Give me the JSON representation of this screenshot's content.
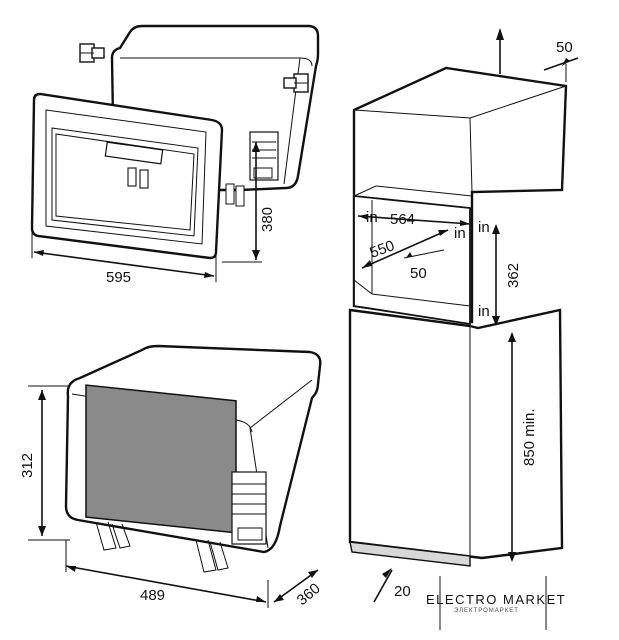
{
  "dimensions": {
    "frame_width": "595",
    "frame_height": "380",
    "oven_height": "312",
    "oven_width": "489",
    "oven_depth": "360",
    "cabinet_top_offset": "50",
    "inner_width": "564",
    "inner_depth": "550",
    "inner_offset": "50",
    "niche_height": "362",
    "base_height": "850 min.",
    "plinth_gap": "20"
  },
  "labels": {
    "in_1": "in",
    "in_2": "in",
    "in_3": "in",
    "in_4": "in"
  },
  "logo": {
    "title": "ELECTRO MARKET",
    "subtitle": "ЭЛЕКТРОМАРКЕТ"
  },
  "colors": {
    "line": "#111111",
    "door_glass": "#8a8a8a",
    "plinth": "#d8d8d8"
  }
}
